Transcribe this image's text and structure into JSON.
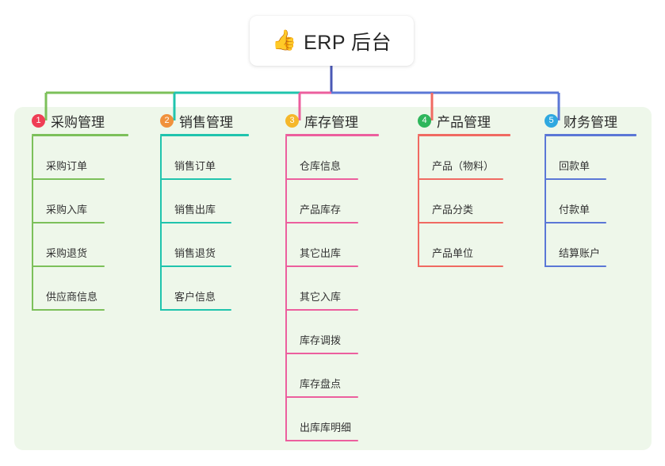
{
  "diagram": {
    "type": "mindmap-tree",
    "background_color": "#ffffff",
    "panel_color": "#eef7ea",
    "root": {
      "icon": "thumbs-up-icon",
      "emoji": "👍",
      "title": "ERP 后台",
      "stem_color": "#4a58b5"
    },
    "branches": [
      {
        "number": "1",
        "title": "采购管理",
        "badge_color": "#ef3e55",
        "line_color": "#7cc05a",
        "stem_color": "#7cc05a",
        "leaves": [
          {
            "label": "采购订单"
          },
          {
            "label": "采购入库"
          },
          {
            "label": "采购退货"
          },
          {
            "label": "供应商信息"
          }
        ]
      },
      {
        "number": "2",
        "title": "销售管理",
        "badge_color": "#f0913c",
        "line_color": "#20c4ad",
        "stem_color": "#20c4ad",
        "leaves": [
          {
            "label": "销售订单"
          },
          {
            "label": "销售出库"
          },
          {
            "label": "销售退货"
          },
          {
            "label": "客户信息"
          }
        ]
      },
      {
        "number": "3",
        "title": "库存管理",
        "badge_color": "#f5b72a",
        "line_color": "#ec5f9e",
        "stem_color": "#ec5f9e",
        "leaves": [
          {
            "label": "仓库信息"
          },
          {
            "label": "产品库存"
          },
          {
            "label": "其它出库"
          },
          {
            "label": "其它入库"
          },
          {
            "label": "库存调拨"
          },
          {
            "label": "库存盘点"
          },
          {
            "label": "出库库明细"
          }
        ]
      },
      {
        "number": "4",
        "title": "产品管理",
        "badge_color": "#2eb65c",
        "line_color": "#f06a62",
        "stem_color": "#f06a62",
        "leaves": [
          {
            "label": "产品（物料）"
          },
          {
            "label": "产品分类"
          },
          {
            "label": "产品单位"
          }
        ]
      },
      {
        "number": "5",
        "title": "财务管理",
        "badge_color": "#2fa8e0",
        "line_color": "#5b77d6",
        "stem_color": "#5b77d6",
        "leaves": [
          {
            "label": "回款单"
          },
          {
            "label": "付款单"
          },
          {
            "label": "结算账户"
          }
        ]
      }
    ]
  }
}
